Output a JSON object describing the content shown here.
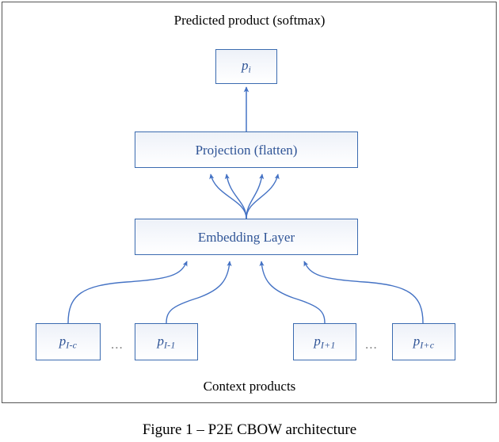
{
  "figure": {
    "caption": "Figure 1 – P2E CBOW architecture",
    "top_label": "Predicted product (softmax)",
    "bottom_label": "Context products",
    "frame_border_color": "#555555"
  },
  "theme": {
    "node_border_color": "#3b6bb0",
    "node_text_color": "#2f5496",
    "node_fill_top": "#edf1f8",
    "node_fill_bottom": "#ffffff",
    "connector_color": "#4472c4",
    "ellipsis_color": "#8a8a8a",
    "text_color": "#000000"
  },
  "diagram": {
    "type": "neural-network-architecture",
    "nodes": {
      "output": {
        "label_base": "p",
        "label_sub": "i"
      },
      "projection": {
        "label": "Projection (flatten)"
      },
      "embedding": {
        "label": "Embedding Layer"
      },
      "context": [
        {
          "label_base": "p",
          "label_sub": "I-c"
        },
        {
          "label_base": "p",
          "label_sub": "I-1"
        },
        {
          "label_base": "p",
          "label_sub": "I+1"
        },
        {
          "label_base": "p",
          "label_sub": "I+c"
        }
      ]
    },
    "separators": {
      "left_ellipsis": "...",
      "right_ellipsis": "..."
    },
    "edges": [
      {
        "from": "projection",
        "to": "output",
        "style": "straight-arrow"
      },
      {
        "from": "embedding",
        "to": "projection",
        "style": "fan-out-curves",
        "count": 4
      },
      {
        "from": "context",
        "to": "embedding",
        "style": "s-curves",
        "count": 4
      }
    ]
  }
}
